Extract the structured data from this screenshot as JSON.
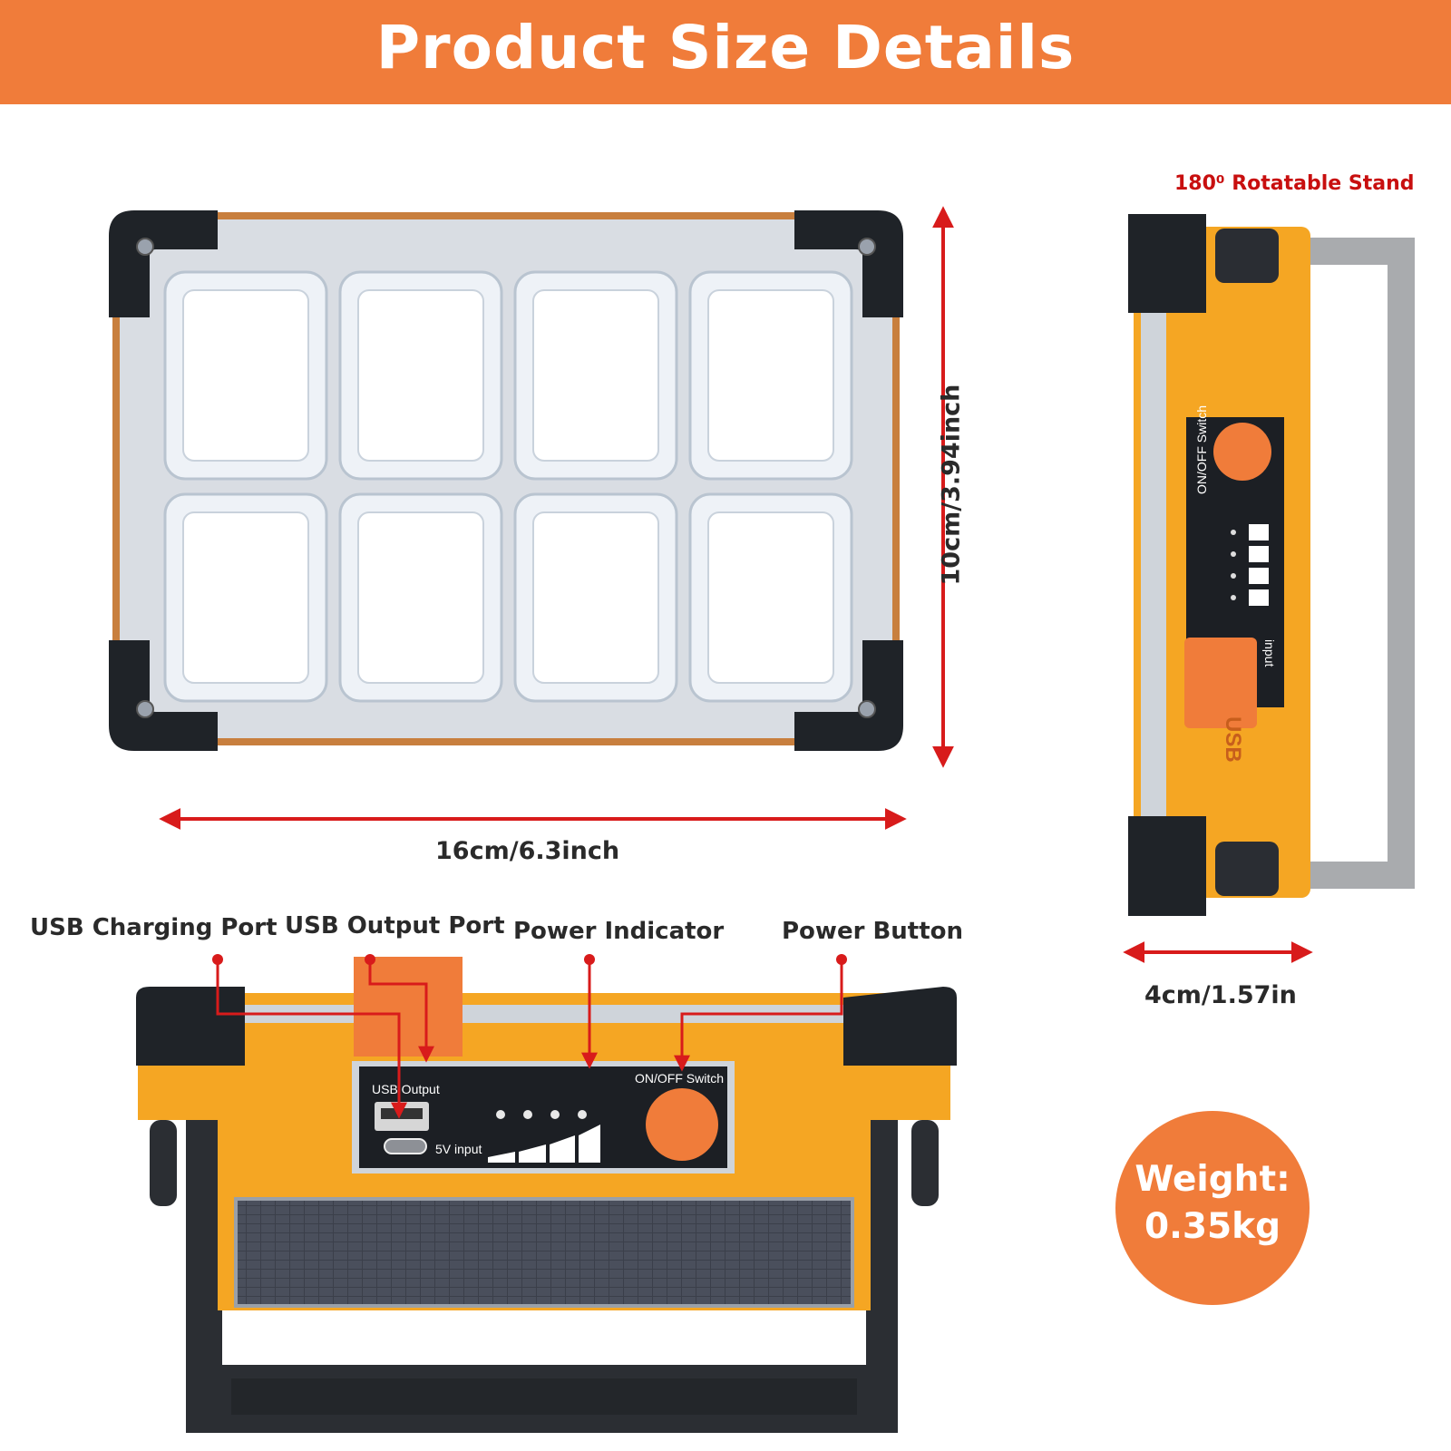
{
  "header": {
    "title": "Product Size Details"
  },
  "dimensions": {
    "height": "10cm/3.94inch",
    "width": "16cm/6.3inch",
    "depth": "4cm/1.57in"
  },
  "side_view": {
    "stand_label": "180⁰ Rotatable Stand"
  },
  "callouts": {
    "usb_charging_port": "USB Charging Port",
    "usb_output_port": "USB Output Port",
    "power_indicator": "Power Indicator",
    "power_button": "Power Button"
  },
  "panel_labels": {
    "usb_output": "USB Output",
    "input": "5V input",
    "switch": "ON/OFF Switch",
    "usb_tab": "USB",
    "side_switch": "ON/OFF Switch",
    "side_input": "input"
  },
  "weight": {
    "line1": "Weight:",
    "line2": "0.35kg"
  },
  "colors": {
    "accent": "#f07c3a",
    "arrow": "#d81b1b",
    "body": "#f5a623",
    "frame": "#c87f3e"
  }
}
